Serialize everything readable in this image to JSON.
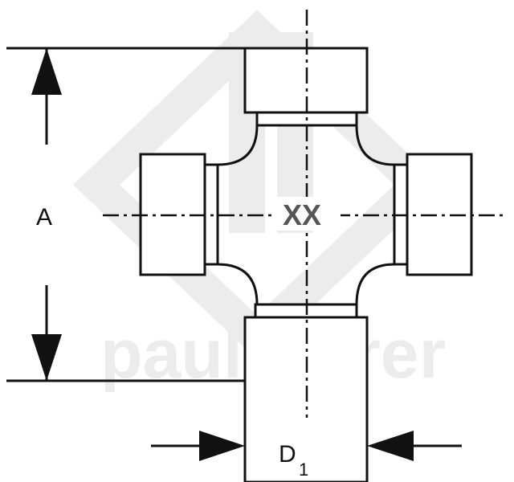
{
  "diagram": {
    "center_label": "XX",
    "dimension_a_label": "A",
    "dimension_d_label": "D",
    "dimension_d_subscript": "1"
  },
  "watermark": {
    "text": "paul forrer"
  },
  "colors": {
    "line": "#111111",
    "watermark": "#ececec",
    "center_label": "#555555"
  }
}
